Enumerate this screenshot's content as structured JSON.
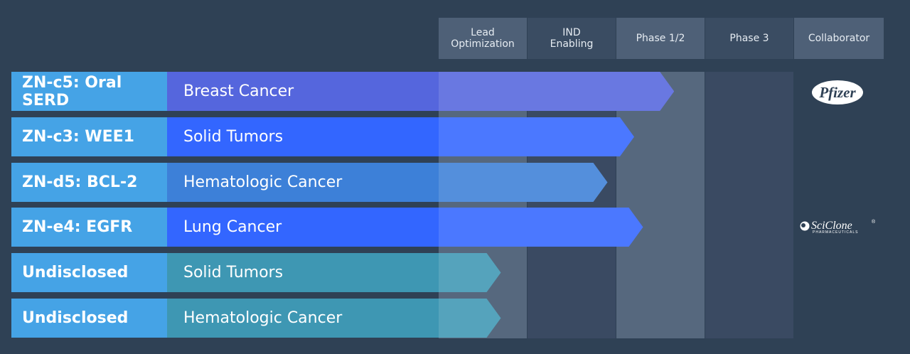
{
  "header": {
    "stages": [
      "Lead\nOptimization",
      "IND\nEnabling",
      "Phase 1/2",
      "Phase 3",
      "Collaborator"
    ]
  },
  "stage_keys": [
    "lead_optimization",
    "ind_enabling",
    "phase_1_2",
    "phase_3"
  ],
  "programs": [
    {
      "name": "ZN-c5: Oral SERD",
      "indication": "Breast Cancer",
      "progress_through_stage": 2.65,
      "color": "#5566dd",
      "collaborator": "Pfizer"
    },
    {
      "name": "ZN-c3: WEE1",
      "indication": "Solid Tumors",
      "progress_through_stage": 2.2,
      "color": "#3366ff",
      "collaborator": ""
    },
    {
      "name": "ZN-d5: BCL-2",
      "indication": "Hematologic Cancer",
      "progress_through_stage": 1.9,
      "color": "#3d80d8",
      "collaborator": ""
    },
    {
      "name": "ZN-e4: EGFR",
      "indication": "Lung Cancer",
      "progress_through_stage": 2.3,
      "color": "#3366ff",
      "collaborator": "SciClone Pharmaceuticals"
    },
    {
      "name": "Undisclosed",
      "indication": "Solid Tumors",
      "progress_through_stage": 0.7,
      "color": "#3e97b3",
      "collaborator": ""
    },
    {
      "name": "Undisclosed",
      "indication": "Hematologic Cancer",
      "progress_through_stage": 0.7,
      "color": "#3e97b3",
      "collaborator": ""
    }
  ],
  "logos": {
    "pfizer": "Pfizer",
    "sciclone_main": "SciClone",
    "sciclone_sub": "PHARMACEUTICALS",
    "registered": "®"
  },
  "colors": {
    "background": "#2f4155",
    "program_label": "#45a3e6",
    "header_cell": "#4e6077",
    "header_alt": "#3a4c62",
    "column_dark": "#3a4a62",
    "column_light": "#56687e"
  }
}
